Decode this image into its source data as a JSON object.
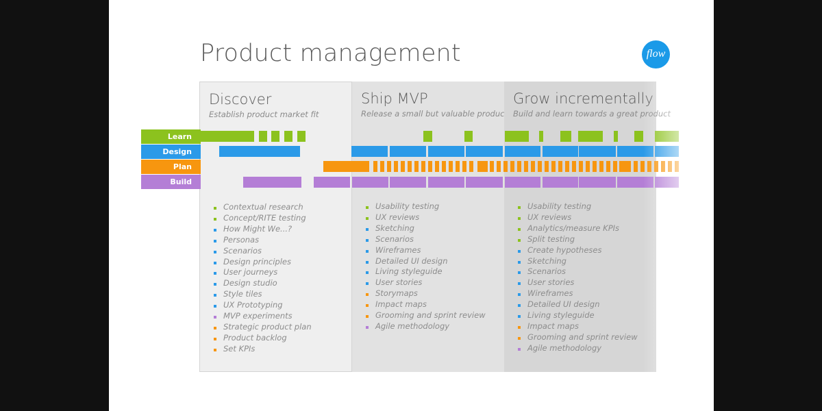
{
  "title": "Product management",
  "logo_text": "flow",
  "colors": {
    "learn": "#8cc21e",
    "design": "#2b9ae8",
    "plan": "#f7960f",
    "build": "#b47ed6",
    "col1_bg": "#efefef",
    "col2_bg": "#e2e2e2",
    "col3_bg": "#d6d6d6",
    "logo": "#1a9ae8"
  },
  "rows": [
    {
      "key": "learn",
      "label": "Learn"
    },
    {
      "key": "design",
      "label": "Design"
    },
    {
      "key": "plan",
      "label": "Plan"
    },
    {
      "key": "build",
      "label": "Build"
    }
  ],
  "columns": [
    {
      "title": "Discover",
      "subtitle": "Establish product market fit",
      "items": [
        {
          "text": "Contextual research",
          "color": "learn"
        },
        {
          "text": "Concept/RITE testing",
          "color": "learn"
        },
        {
          "text": "How Might We...?",
          "color": "design"
        },
        {
          "text": "Personas",
          "color": "design"
        },
        {
          "text": "Scenarios",
          "color": "design"
        },
        {
          "text": "Design principles",
          "color": "design"
        },
        {
          "text": "User journeys",
          "color": "design"
        },
        {
          "text": "Design studio",
          "color": "design"
        },
        {
          "text": "Style tiles",
          "color": "design"
        },
        {
          "text": "UX Prototyping",
          "color": "design"
        },
        {
          "text": "MVP experiments",
          "color": "build"
        },
        {
          "text": "Strategic product plan",
          "color": "plan"
        },
        {
          "text": "Product backlog",
          "color": "plan"
        },
        {
          "text": "Set KPIs",
          "color": "plan"
        }
      ]
    },
    {
      "title": "Ship MVP",
      "subtitle": "Release a small but valuable product",
      "items": [
        {
          "text": "Usability testing",
          "color": "learn"
        },
        {
          "text": "UX reviews",
          "color": "learn"
        },
        {
          "text": "Sketching",
          "color": "design"
        },
        {
          "text": "Scenarios",
          "color": "design"
        },
        {
          "text": "Wireframes",
          "color": "design"
        },
        {
          "text": "Detailed UI design",
          "color": "design"
        },
        {
          "text": "Living styleguide",
          "color": "design"
        },
        {
          "text": "User stories",
          "color": "design"
        },
        {
          "text": "Storymaps",
          "color": "plan"
        },
        {
          "text": "Impact maps",
          "color": "plan"
        },
        {
          "text": "Grooming and sprint review",
          "color": "plan"
        },
        {
          "text": "Agile methodology",
          "color": "build"
        }
      ]
    },
    {
      "title": "Grow incrementally",
      "subtitle": "Build and learn towards a great product",
      "items": [
        {
          "text": "Usability testing",
          "color": "learn"
        },
        {
          "text": "UX reviews",
          "color": "learn"
        },
        {
          "text": "Analytics/measure KPIs",
          "color": "learn"
        },
        {
          "text": "Split testing",
          "color": "learn"
        },
        {
          "text": "Create hypotheses",
          "color": "design"
        },
        {
          "text": "Sketching",
          "color": "design"
        },
        {
          "text": "Scenarios",
          "color": "design"
        },
        {
          "text": "User stories",
          "color": "design"
        },
        {
          "text": "Wireframes",
          "color": "design"
        },
        {
          "text": "Detailed UI design",
          "color": "design"
        },
        {
          "text": "Living styleguide",
          "color": "design"
        },
        {
          "text": "Impact maps",
          "color": "plan"
        },
        {
          "text": "Grooming and sprint review",
          "color": "plan"
        },
        {
          "text": "Agile methodology",
          "color": "build"
        }
      ]
    }
  ]
}
